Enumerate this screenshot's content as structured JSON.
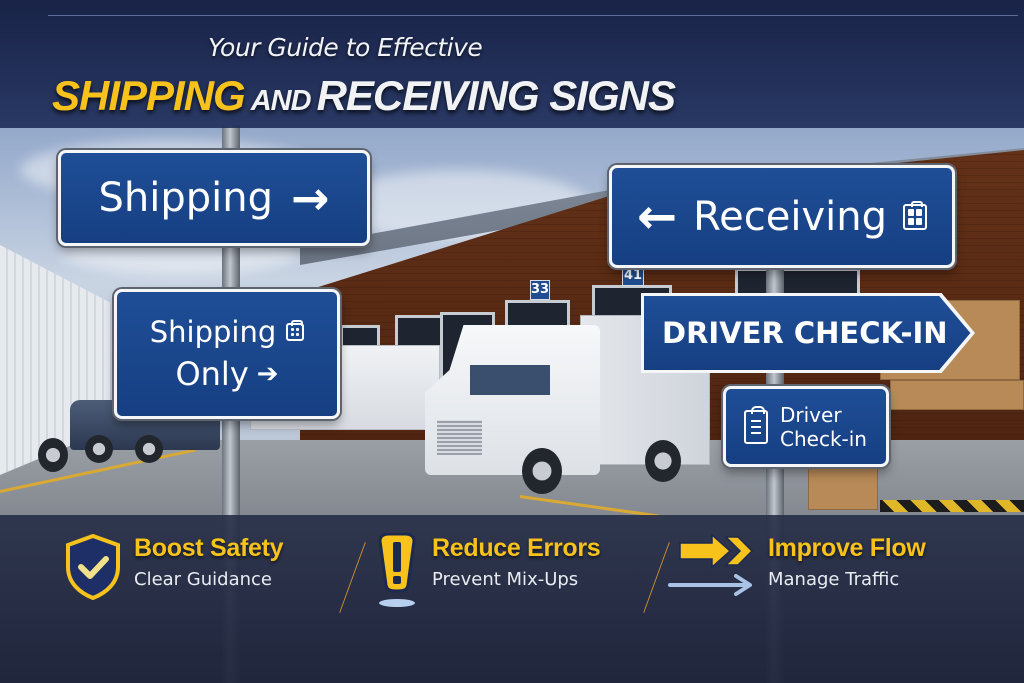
{
  "header": {
    "subtitle": "Your Guide to Effective",
    "title_highlight": "SHIPPING",
    "title_connector": "AND",
    "title_rest": "RECEIVING SIGNS"
  },
  "signs": {
    "shipping": {
      "label": "Shipping",
      "arrow": "→",
      "arrow_icon": "arrow-right-icon"
    },
    "shipping_only": {
      "line1": "Shipping",
      "line2": "Only",
      "arrow": "➔",
      "icon": "grid-clipboard-icon"
    },
    "receiving": {
      "label": "Receiving",
      "arrow": "←",
      "arrow_icon": "arrow-left-icon",
      "icon": "grid-clipboard-icon"
    },
    "driver_checkin_pointer": {
      "label": "DRIVER CHECK-IN"
    },
    "driver_checkin_small": {
      "line1": "Driver",
      "line2": "Check-in",
      "icon": "clipboard-list-icon"
    }
  },
  "dock_numbers": [
    "33",
    "41"
  ],
  "benefits": [
    {
      "title": "Boost Safety",
      "subtitle": "Clear Guidance",
      "icon": "shield-check-icon"
    },
    {
      "title": "Reduce Errors",
      "subtitle": "Prevent Mix-Ups",
      "icon": "exclamation-icon"
    },
    {
      "title": "Improve Flow",
      "subtitle": "Manage Traffic",
      "icon": "double-arrow-icon"
    }
  ],
  "colors": {
    "accent_yellow": "#f7c21b",
    "sign_blue": "#1c4890",
    "header_navy": "#1a2650",
    "text_light": "#f1f2f4"
  }
}
